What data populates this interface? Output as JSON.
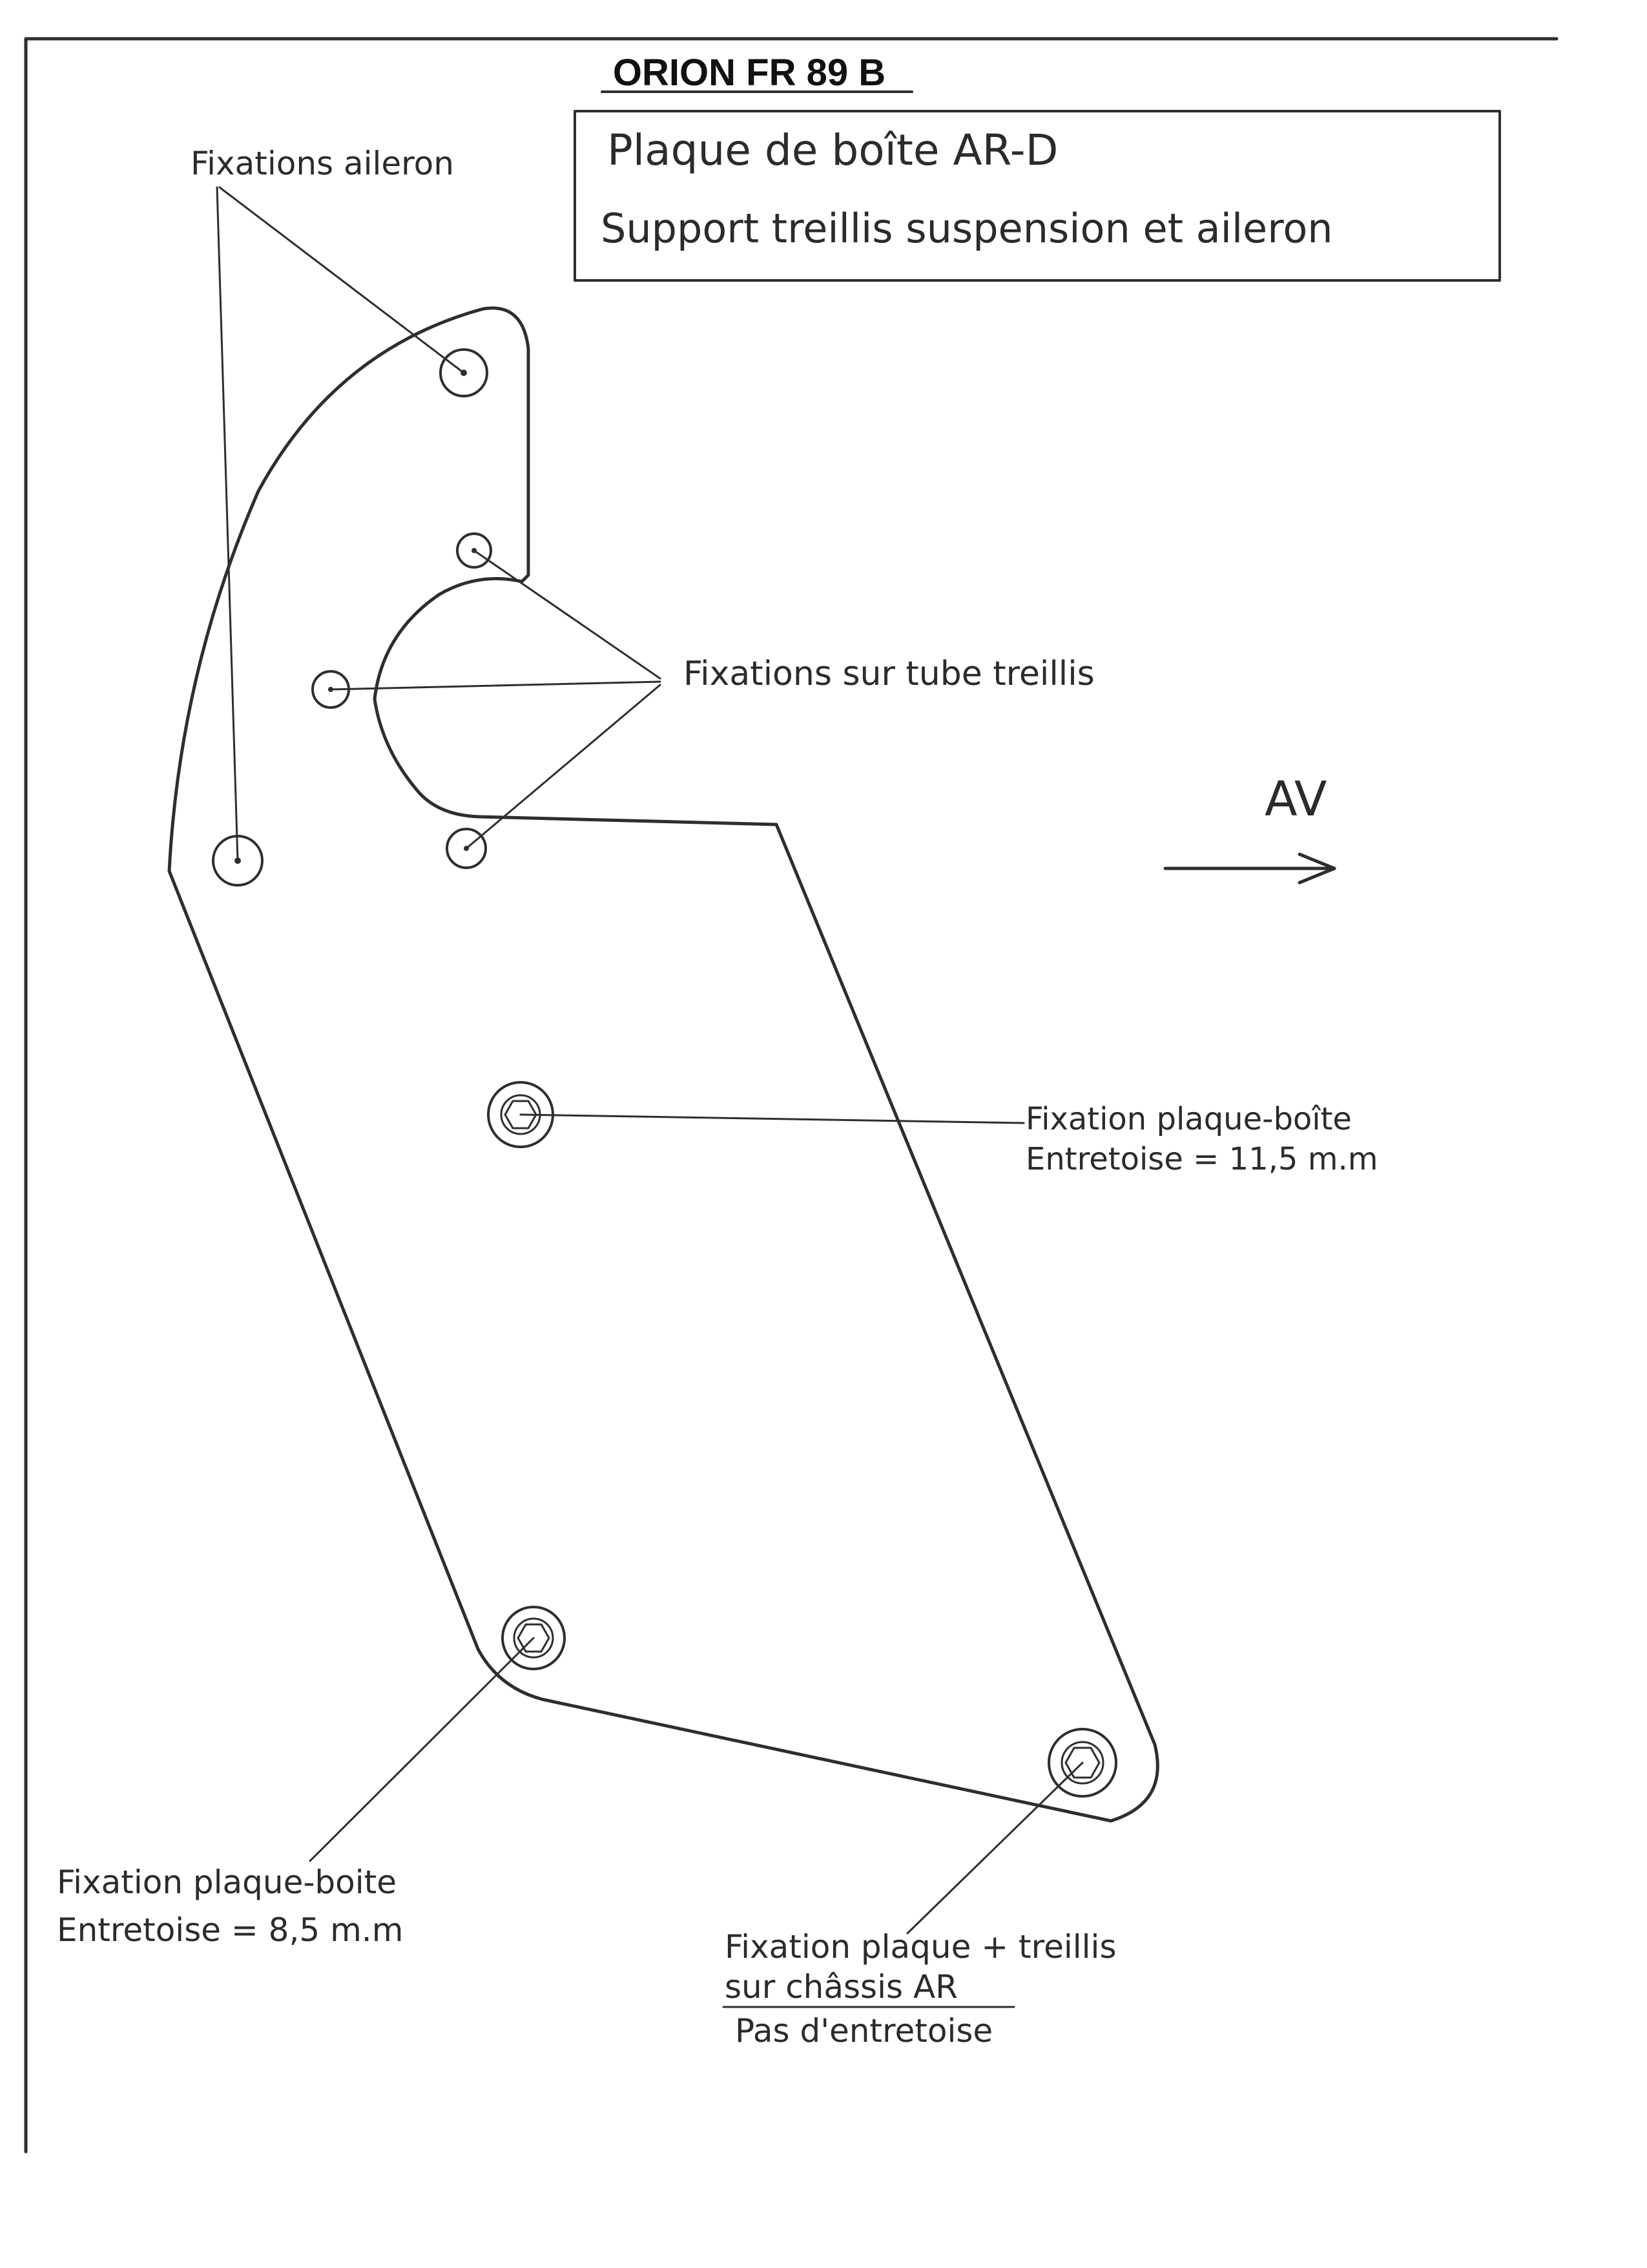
{
  "header": {
    "title": "ORION FR 89 B"
  },
  "title_box": {
    "line1": "Plaque de boîte AR-D",
    "line2": "Support treillis suspension et aileron"
  },
  "labels": {
    "fixations_aileron": "Fixations aileron",
    "fixations_tube": "Fixations sur tube treillis",
    "direction": "AV",
    "fixation_mid_1": "Fixation plaque-boîte",
    "fixation_mid_2": "Entretoise = 11,5 m.m",
    "fixation_left_1": "Fixation plaque-boite",
    "fixation_left_2": "Entretoise = 8,5 m.m",
    "fixation_right_1": "Fixation plaque + treillis",
    "fixation_right_2": "sur châssis AR",
    "fixation_right_3": "Pas d'entretoise"
  },
  "colors": {
    "ink": "#2e2e2e",
    "paper": "#ffffff"
  }
}
